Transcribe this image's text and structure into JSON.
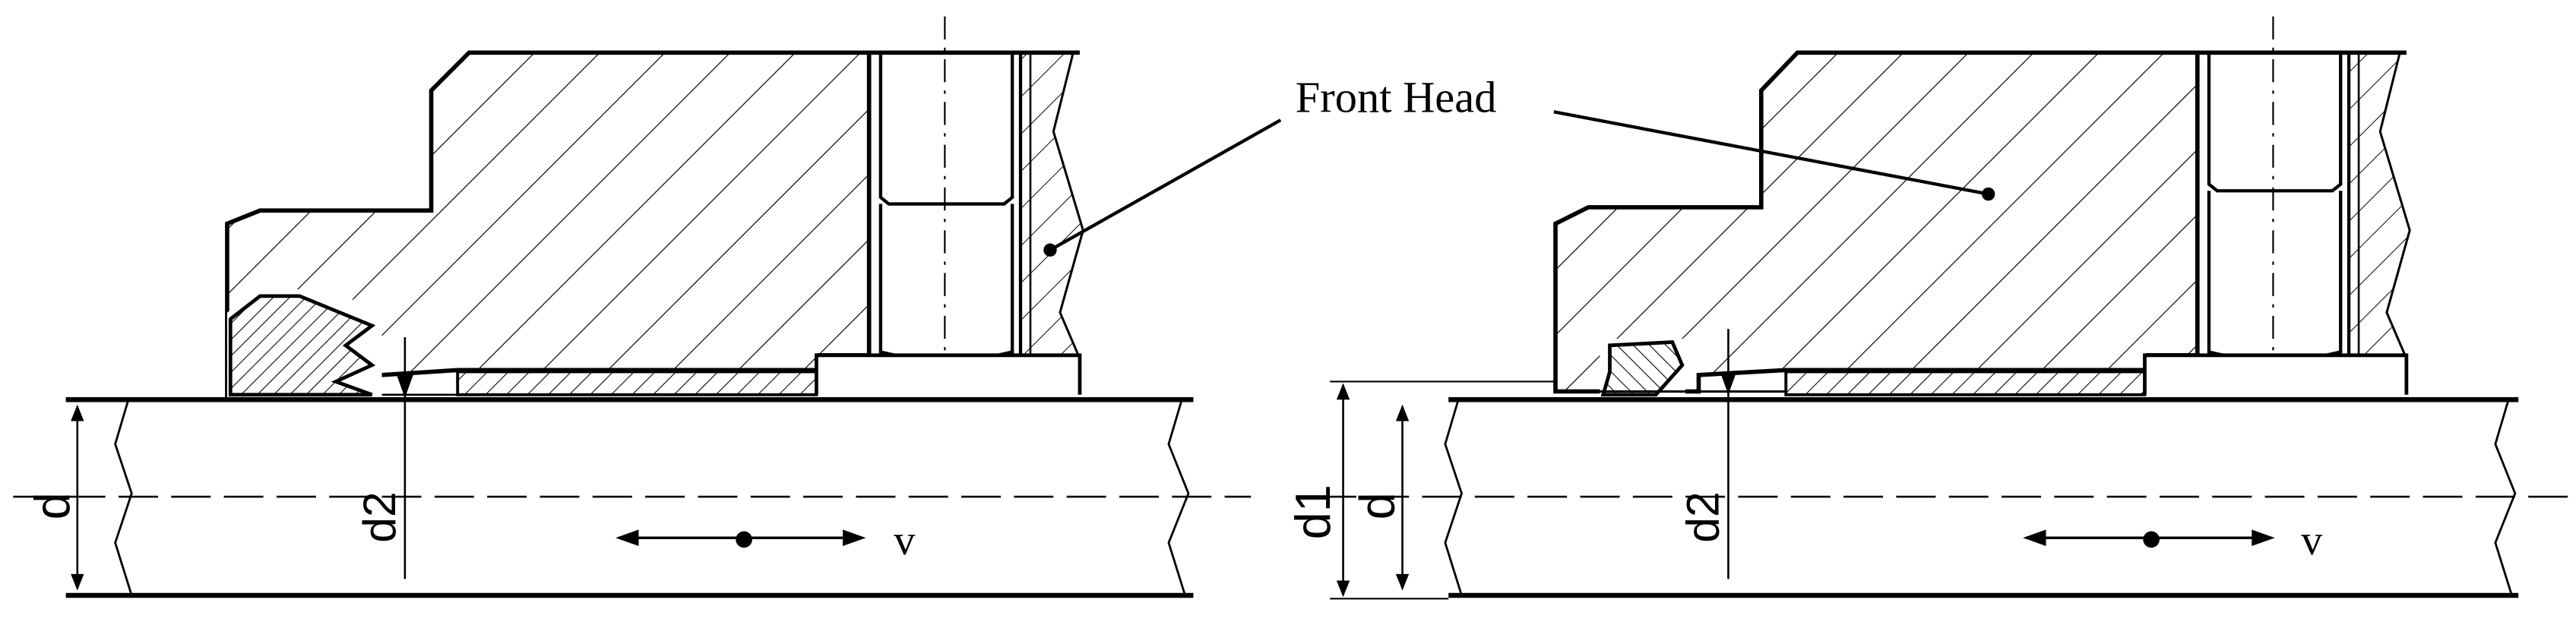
{
  "callout": {
    "front_head": "Front Head"
  },
  "left_view": {
    "dim_d": "d",
    "dim_d2": "d2",
    "velocity": "v"
  },
  "right_view": {
    "dim_d1": "d1",
    "dim_d": "d",
    "dim_d2": "d2",
    "velocity": "v"
  },
  "colors": {
    "ink": "#000000",
    "background": "#ffffff"
  }
}
